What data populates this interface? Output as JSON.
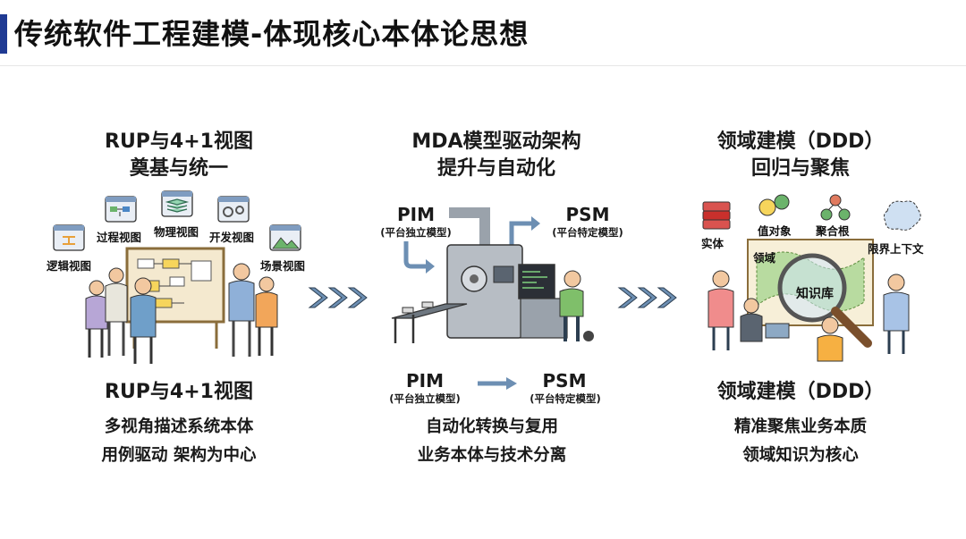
{
  "header": {
    "title": "传统软件工程建模-体现核心本体论思想",
    "accent": "#1f3a93"
  },
  "columns": {
    "rup": {
      "title_line1": "RUP与4+1视图",
      "title_line2": "奠基与统一",
      "views": {
        "logical": "逻辑视图",
        "process": "过程视图",
        "physical": "物理视图",
        "development": "开发视图",
        "scenario": "场景视图"
      },
      "subtitle": "RUP与4+1视图",
      "desc_line1": "多视角描述系统本体",
      "desc_line2": "用例驱动   架构为中心"
    },
    "mda": {
      "title_line1": "MDA模型驱动架构",
      "title_line2": "提升与自动化",
      "top_pim": "PIM",
      "top_pim_sub": "(平台独立模型)",
      "top_psm": "PSM",
      "top_psm_sub": "(平台特定模型)",
      "bottom_pim": "PIM",
      "bottom_pim_sub": "(平台独立模型)",
      "bottom_psm": "PSM",
      "bottom_psm_sub": "(平台特定模型)",
      "desc_line1": "自动化转换与复用",
      "desc_line2": "业务本体与技术分离"
    },
    "ddd": {
      "title_line1": "领域建模（DDD）",
      "title_line2": "回归与聚焦",
      "entity": "实体",
      "value_object": "值对象",
      "aggregate_root": "聚合根",
      "bounded_context": "限界上下文",
      "domain_map": "领域",
      "knowledge_base": "知识库",
      "subtitle": "领域建模（DDD）",
      "desc_line1": "精准聚焦业务本质",
      "desc_line2": "领域知识为核心"
    }
  },
  "colors": {
    "arrow": "#6d8fb3",
    "machine": "#9aa2ab",
    "board": "#f4e9cf"
  }
}
